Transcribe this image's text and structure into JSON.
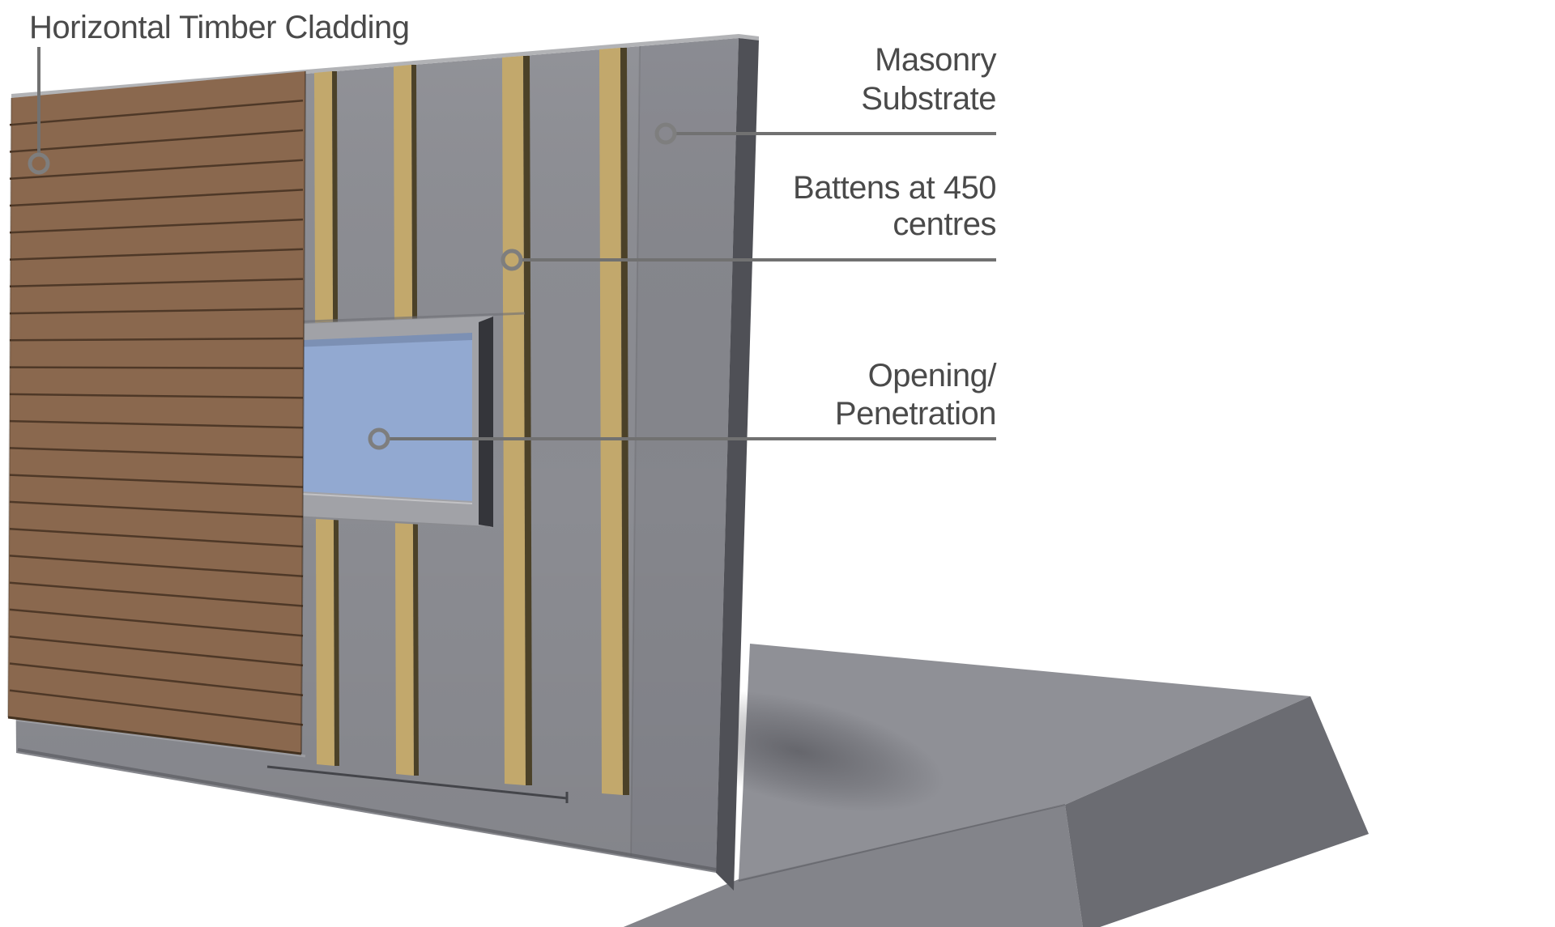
{
  "annotations": {
    "timber": {
      "label": "Horizontal Timber Cladding"
    },
    "masonry": {
      "line1": "Masonry",
      "line2": "Substrate"
    },
    "battens": {
      "line1": "Battens at 450",
      "line2": "centres"
    },
    "opening": {
      "line1": "Opening/",
      "line2": "Penetration"
    }
  },
  "colors": {
    "background": "#ffffff",
    "label_text": "#4a4a4a",
    "leader_line": "#717171",
    "timber": "#8a684e",
    "timber_gap": "#4e3827",
    "masonry_wall": "#8b8c92",
    "wall_edge": "#4f5056",
    "wall_cap": "#b2b3b6",
    "batten": "#c2a86c",
    "batten_shadow": "#4b4128",
    "glass": "#92a9d1",
    "window_frame": "#a1a2a7",
    "slab_top": "#8f9096",
    "slab_front": "#83848a",
    "slab_side": "#6b6c72"
  }
}
